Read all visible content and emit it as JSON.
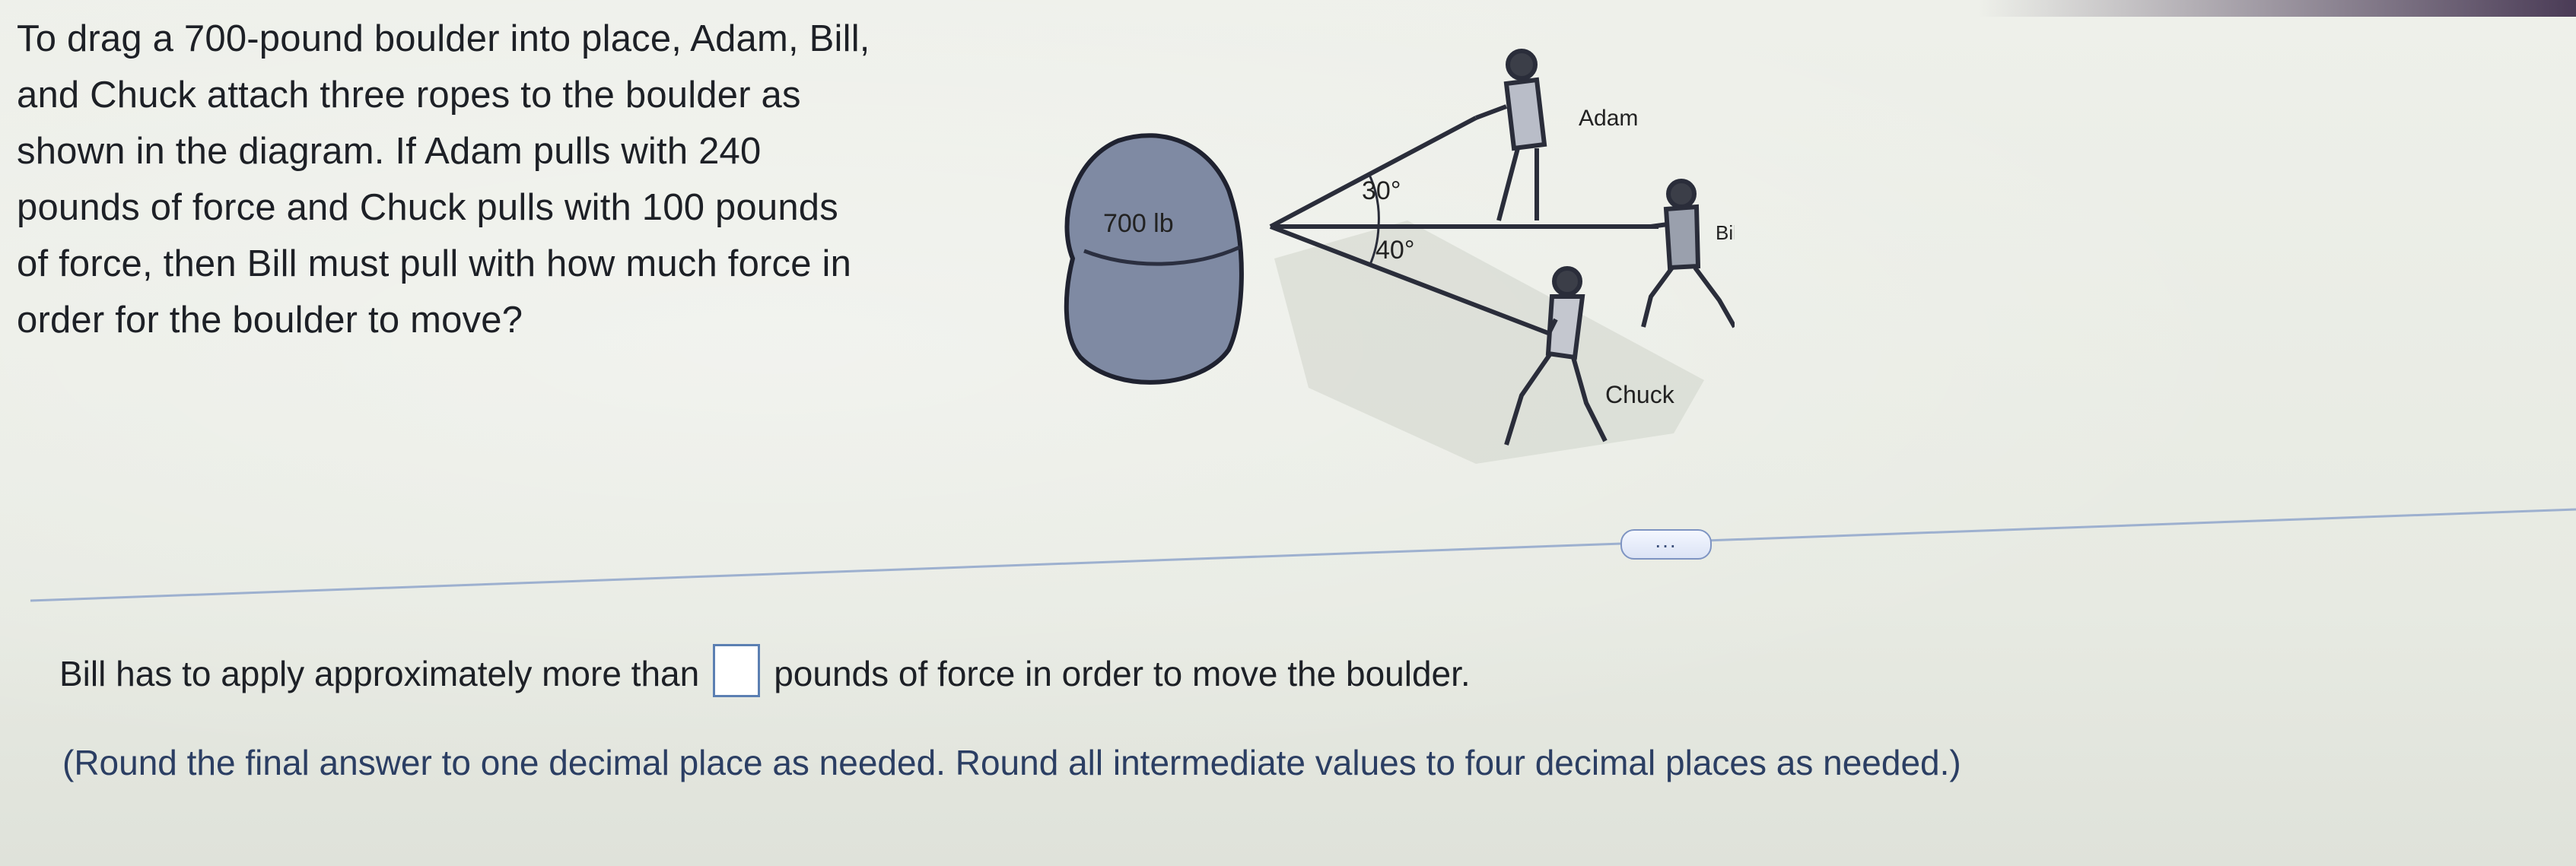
{
  "question": {
    "lines": [
      "To drag a 700-pound boulder into place, Adam, Bill,",
      "and Chuck attach three ropes to the boulder as",
      "shown in the diagram. If Adam pulls with 240",
      "pounds of force and Chuck pulls with 100 pounds",
      "of force, then Bill must pull with how much force in",
      "order for the boulder to move?"
    ]
  },
  "figure": {
    "boulder_label": "700 lb",
    "angle_top": "30°",
    "angle_bottom": "40°",
    "person_adam": "Adam",
    "person_bill": "Bill",
    "person_chuck": "Chuck"
  },
  "more_button": {
    "label": "..."
  },
  "answer": {
    "before": "Bill has to apply approximately more than",
    "input_value": "",
    "after": "pounds of force in order to move the boulder."
  },
  "note": "(Round the final answer to one decimal place as needed. Round all intermediate values to four decimal places as needed.)",
  "colors": {
    "background": "#eceee6",
    "text": "#1d2026",
    "accent_blue": "#5b7fb2",
    "divider": "#9db0cf",
    "boulder": "#7f8aa3"
  }
}
